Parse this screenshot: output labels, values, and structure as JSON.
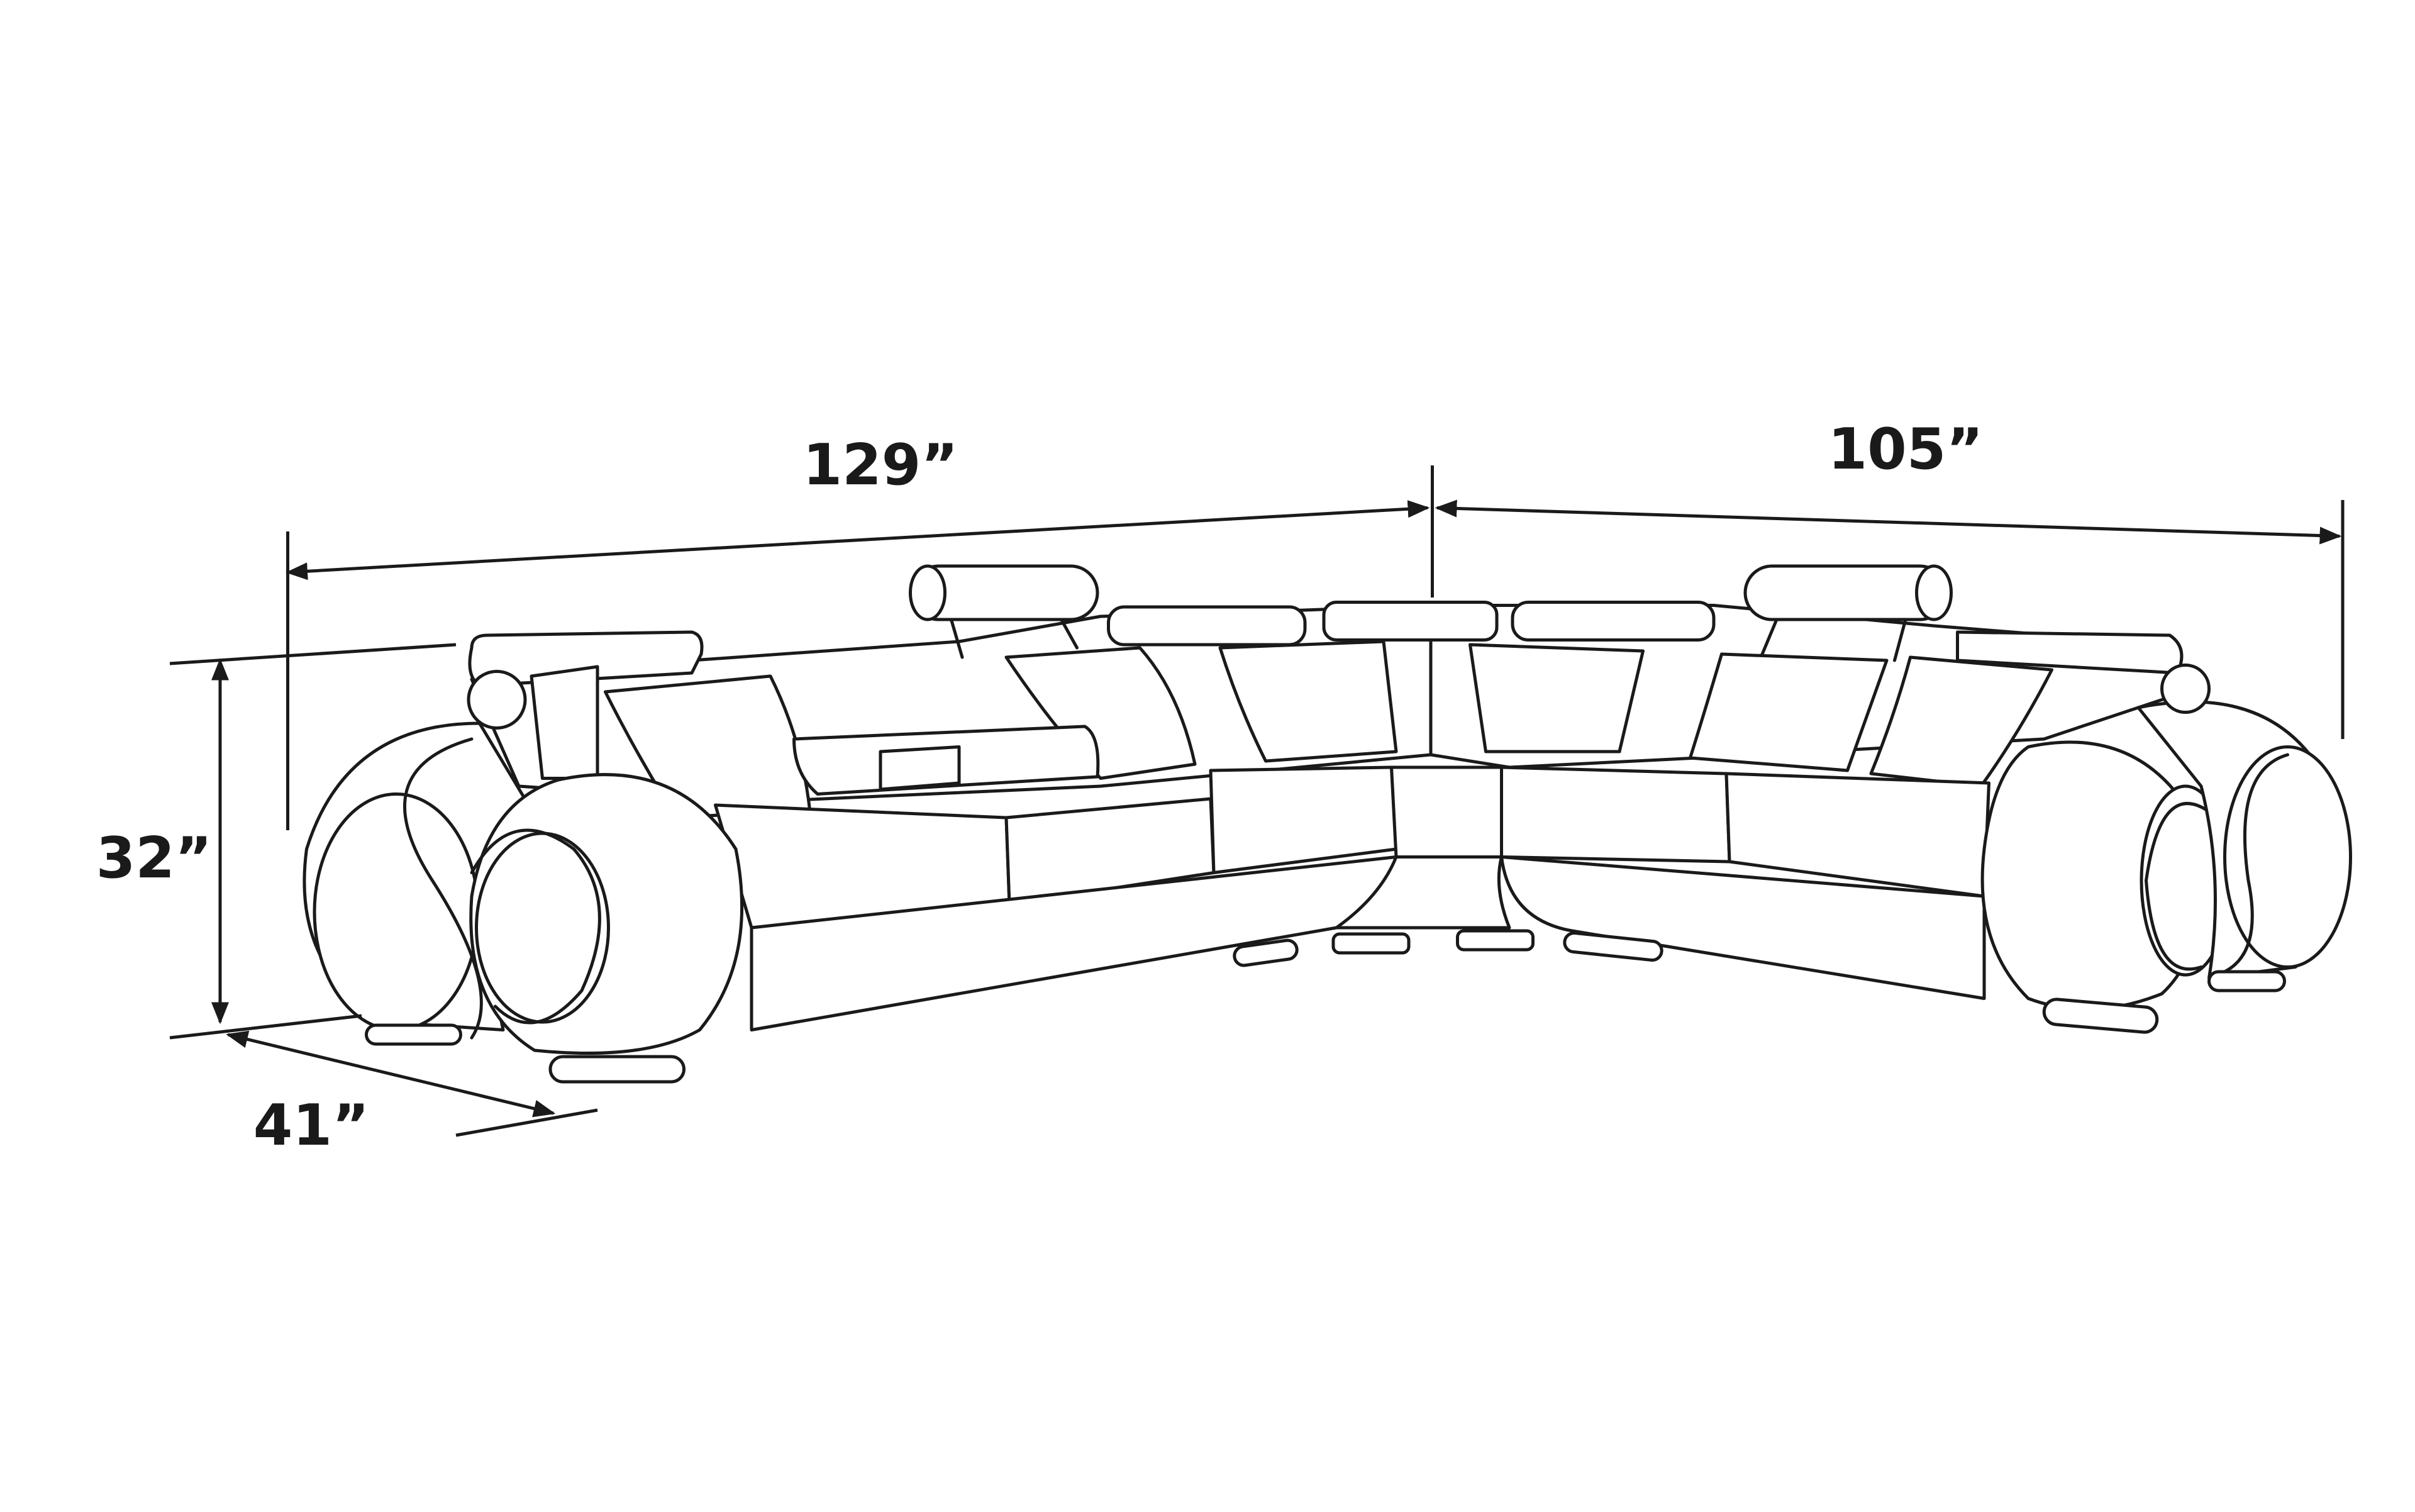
{
  "dimensions": {
    "left_width": "129”",
    "right_width": "105”",
    "height": "32”",
    "depth": "41”"
  },
  "colors": {
    "line": "#1a1a1a",
    "fill": "#ffffff",
    "background": "#ffffff"
  }
}
